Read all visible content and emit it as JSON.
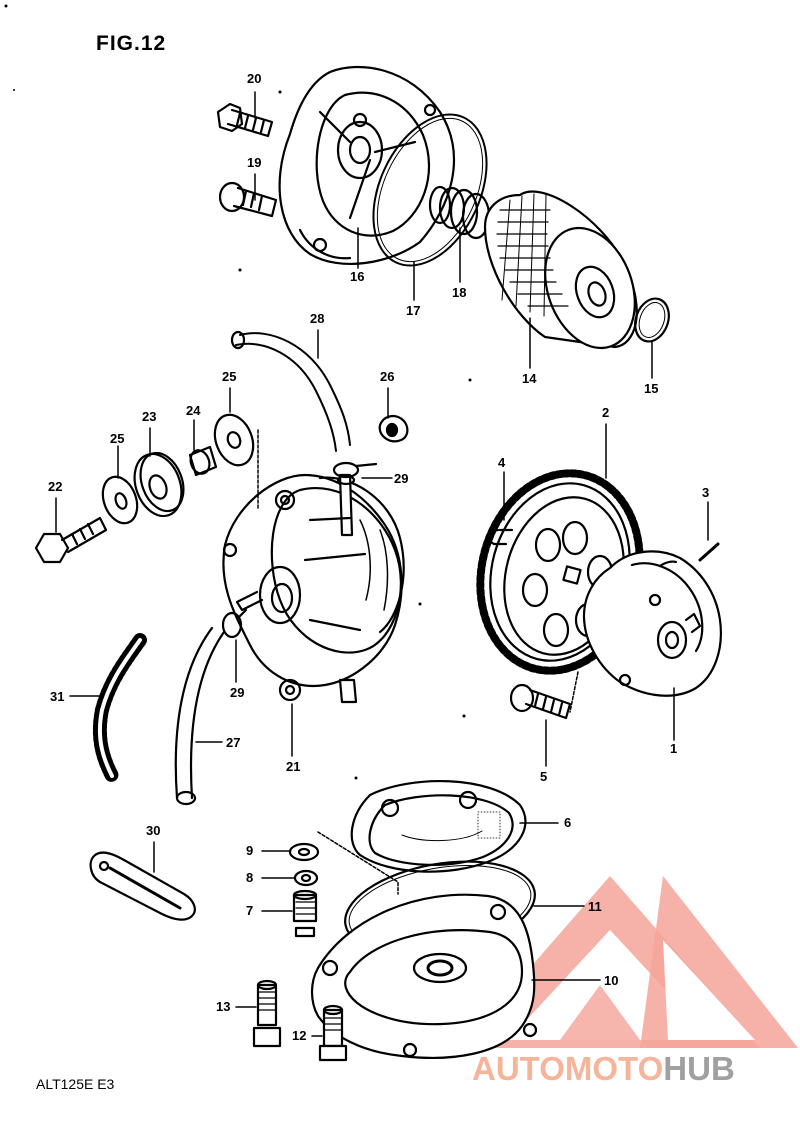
{
  "figure": {
    "title": "FIG.12",
    "model_code": "ALT125E E3"
  },
  "watermark": {
    "brand_part1": "AUTOMOTO",
    "brand_part2": "HUB",
    "color_primary": "#f08070",
    "color_secondary": "#a0a0a0"
  },
  "callouts": {
    "c1": "1",
    "c2": "2",
    "c3": "3",
    "c4": "4",
    "c5": "5",
    "c6": "6",
    "c7": "7",
    "c8": "8",
    "c9": "9",
    "c10": "10",
    "c11": "11",
    "c12": "12",
    "c13": "13",
    "c14": "14",
    "c15": "15",
    "c16": "16",
    "c17": "17",
    "c18": "18",
    "c19": "19",
    "c20": "20",
    "c21": "21",
    "c22": "22",
    "c23": "23",
    "c24": "24",
    "c25a": "25",
    "c25b": "25",
    "c26": "26",
    "c27": "27",
    "c28": "28",
    "c29a": "29",
    "c29b": "29",
    "c30": "30",
    "c31": "31"
  }
}
